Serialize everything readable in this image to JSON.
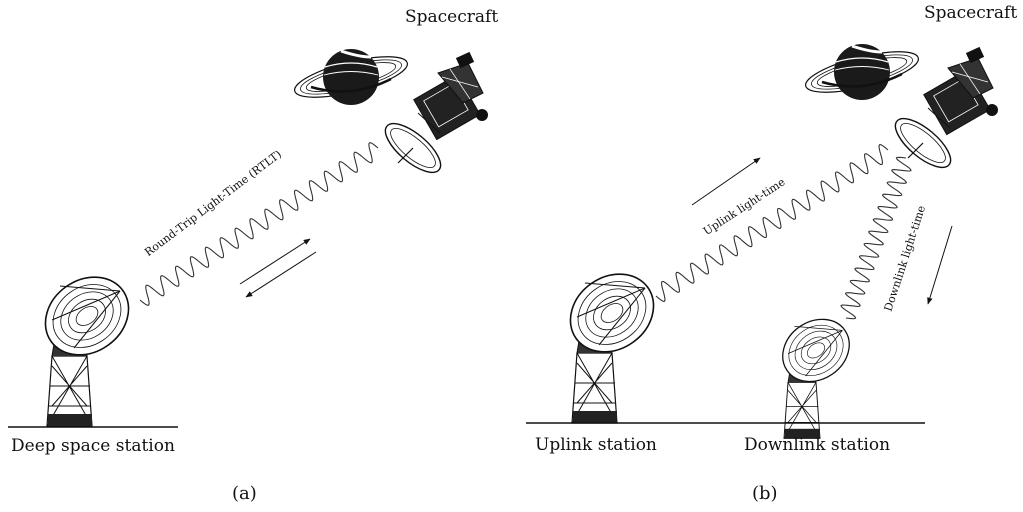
{
  "panel_a": {
    "spacecraft_label": "Spacecraft",
    "station_label": "Deep space station",
    "signal_label": "Round-Trip Light-Time (RTLT)",
    "caption": "(a)"
  },
  "panel_b": {
    "spacecraft_label": "Spacecraft",
    "uplink_station_label": "Uplink station",
    "downlink_station_label": "Downlink station",
    "uplink_label": "Uplink light-time",
    "downlink_label": "Downlink light-time",
    "caption": "(b)"
  },
  "icons": [
    "planet-icon",
    "spacecraft-icon",
    "dish-antenna-icon",
    "arrow-icon",
    "signal-wave-icon"
  ]
}
